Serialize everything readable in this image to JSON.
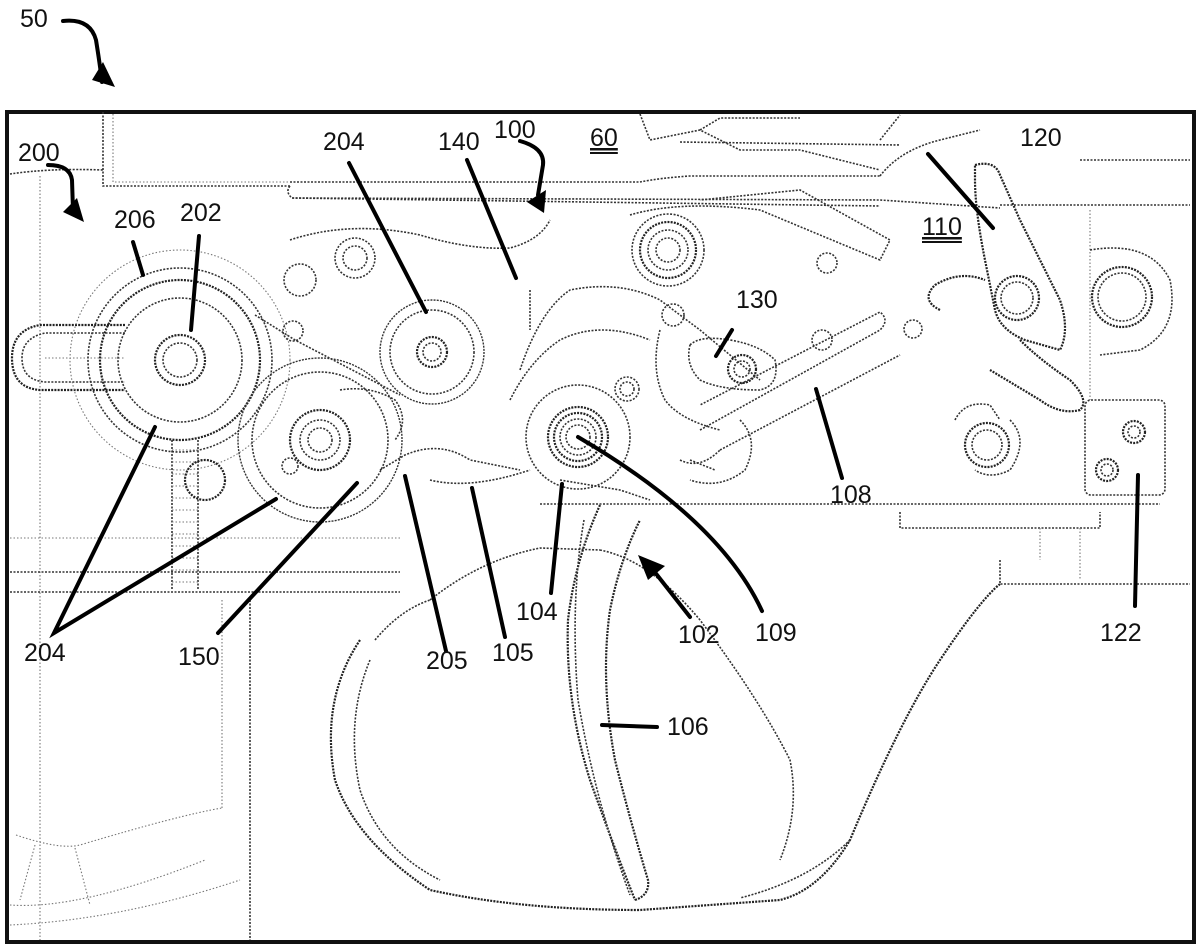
{
  "figure": {
    "type": "patent-drawing",
    "subject": "trigger mechanism assembly",
    "labels": [
      {
        "id": "ref-50",
        "text": "50",
        "underlined": false,
        "kind": "curved-arrow"
      },
      {
        "id": "ref-60",
        "text": "60",
        "underlined": true,
        "kind": "none"
      },
      {
        "id": "ref-100",
        "text": "100",
        "underlined": false,
        "kind": "curved-arrow"
      },
      {
        "id": "ref-102",
        "text": "102",
        "underlined": false,
        "kind": "arrow"
      },
      {
        "id": "ref-104",
        "text": "104",
        "underlined": false,
        "kind": "leader"
      },
      {
        "id": "ref-105",
        "text": "105",
        "underlined": false,
        "kind": "leader"
      },
      {
        "id": "ref-106",
        "text": "106",
        "underlined": false,
        "kind": "leader"
      },
      {
        "id": "ref-108",
        "text": "108",
        "underlined": false,
        "kind": "leader"
      },
      {
        "id": "ref-109",
        "text": "109",
        "underlined": false,
        "kind": "curved-leader"
      },
      {
        "id": "ref-110",
        "text": "110",
        "underlined": true,
        "kind": "none"
      },
      {
        "id": "ref-120",
        "text": "120",
        "underlined": false,
        "kind": "leader"
      },
      {
        "id": "ref-122",
        "text": "122",
        "underlined": false,
        "kind": "leader"
      },
      {
        "id": "ref-130",
        "text": "130",
        "underlined": false,
        "kind": "leader"
      },
      {
        "id": "ref-140",
        "text": "140",
        "underlined": false,
        "kind": "leader"
      },
      {
        "id": "ref-150",
        "text": "150",
        "underlined": false,
        "kind": "leader"
      },
      {
        "id": "ref-200",
        "text": "200",
        "underlined": false,
        "kind": "curved-arrow"
      },
      {
        "id": "ref-202",
        "text": "202",
        "underlined": false,
        "kind": "leader"
      },
      {
        "id": "ref-204-top",
        "text": "204",
        "underlined": false,
        "kind": "leader"
      },
      {
        "id": "ref-204-bottom",
        "text": "204",
        "underlined": false,
        "kind": "double-leader"
      },
      {
        "id": "ref-205",
        "text": "205",
        "underlined": false,
        "kind": "leader"
      },
      {
        "id": "ref-206",
        "text": "206",
        "underlined": false,
        "kind": "leader"
      }
    ]
  }
}
